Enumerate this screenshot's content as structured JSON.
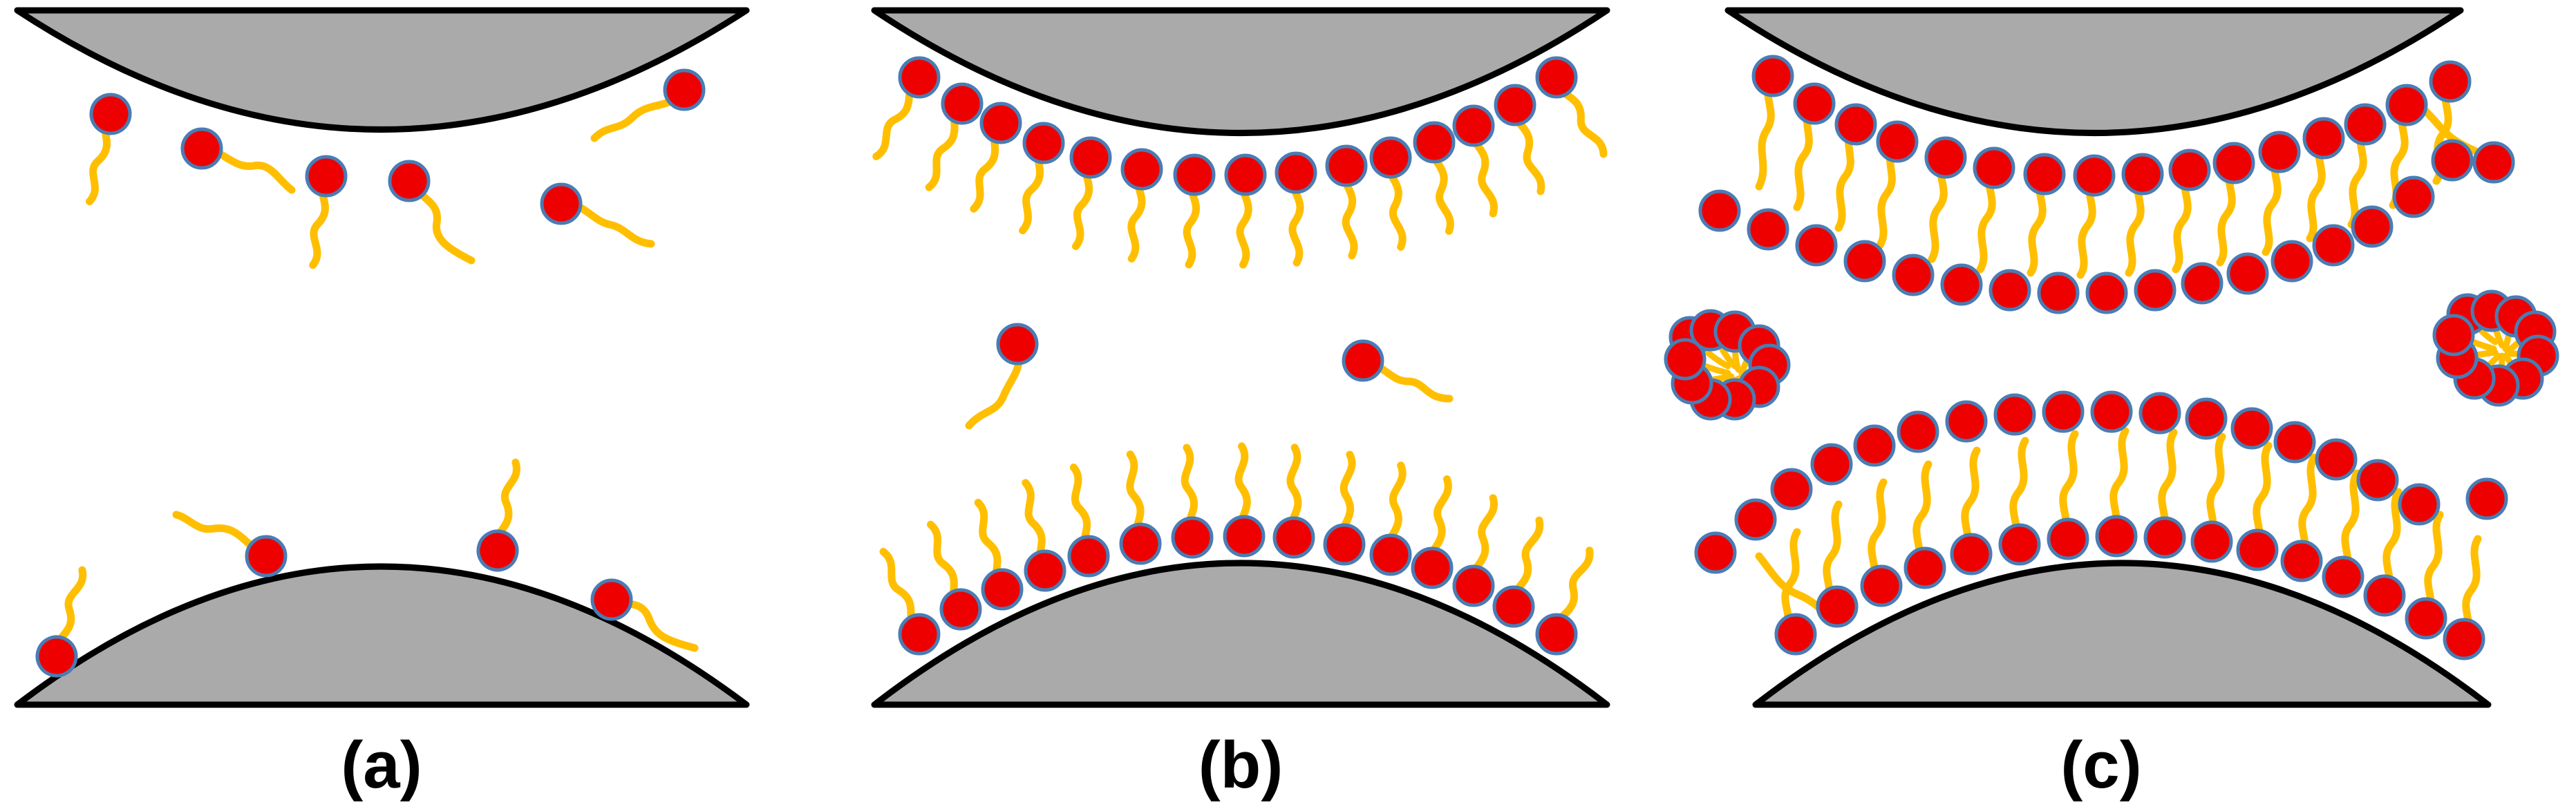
{
  "panels": [
    {
      "id": "a",
      "label": "(a)"
    },
    {
      "id": "b",
      "label": "(b)"
    },
    {
      "id": "c",
      "label": "(c)"
    }
  ],
  "colors": {
    "surface_fill": "#aaaaaa",
    "surface_stroke": "#000000",
    "head_fill": "#ee0000",
    "head_stroke": "#4a7cb4",
    "tail": "#ffbf00"
  }
}
